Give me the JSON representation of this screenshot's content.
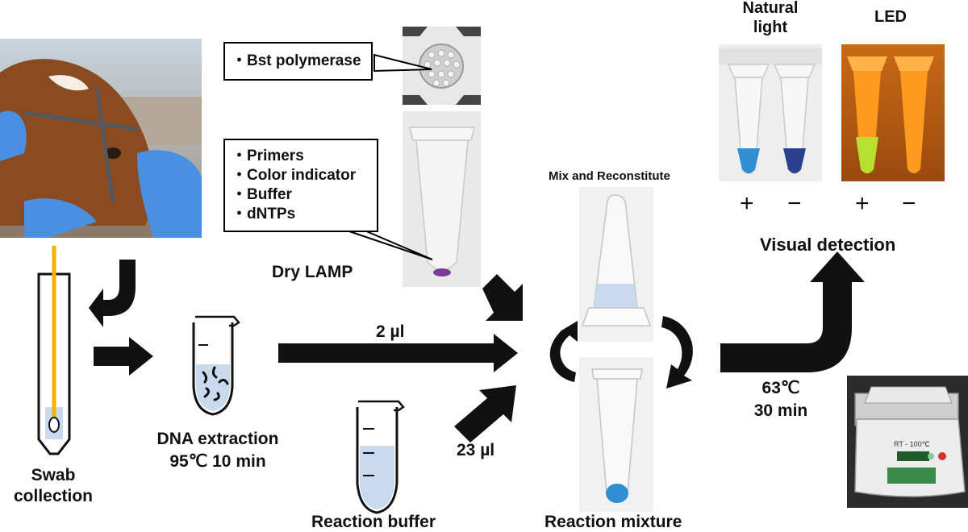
{
  "swab": {
    "label_line1": "Swab",
    "label_line2": "collection"
  },
  "extraction": {
    "label_line1": "DNA extraction",
    "label_line2": "95℃ 10 min"
  },
  "dry_lamp": {
    "label": "Dry LAMP",
    "enzyme_callout": [
      "・Bst polymerase"
    ],
    "reagent_callout": [
      "・Primers",
      "・Color indicator",
      "・Buffer",
      "・dNTPs"
    ]
  },
  "transfer": {
    "sample_volume": "2 µl",
    "buffer_volume": "23 µl"
  },
  "reaction_buffer": {
    "label": "Reaction buffer"
  },
  "mix": {
    "label": "Mix and Reconstitute",
    "mixture_label": "Reaction mixture"
  },
  "incubation": {
    "temp": "63℃",
    "time": "30 min",
    "device_display": "RT - 100℃"
  },
  "detection": {
    "title": "Visual detection",
    "natural_light_line1": "Natural",
    "natural_light_line2": "light",
    "led": "LED",
    "positive": "+",
    "negative": "−"
  },
  "colors": {
    "swab_stick": "#f2b400",
    "liquid_blue": "#c9d9ee",
    "positive_natural": "#2f8fd0",
    "negative_natural": "#2b3f8f",
    "positive_led": "#b8e030",
    "negative_led": "#ff9a20",
    "lamp_pellet": "#7a3a9a",
    "arrow": "#000000"
  }
}
